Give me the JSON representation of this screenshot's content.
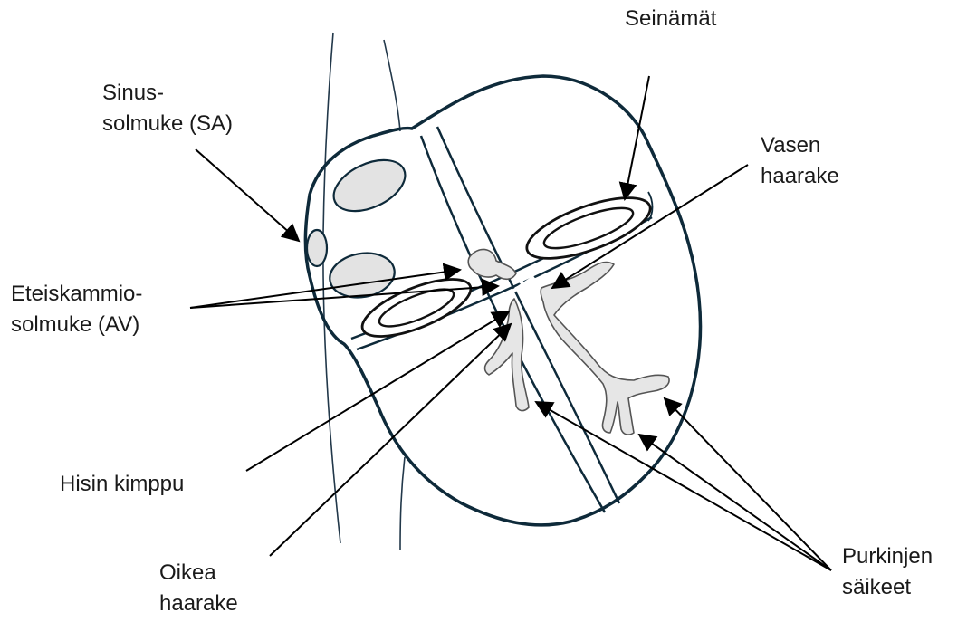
{
  "colors": {
    "outline": "#0e2a3a",
    "node_fill": "#e3e3e3",
    "conduction_fill": "#e6e6e6",
    "text": "#1a1a1a"
  },
  "labels": {
    "seinamat": "Seinämät",
    "sinus_line1": "Sinus-",
    "sinus_line2": "solmuke (SA)",
    "vasen_line1": "Vasen",
    "vasen_line2": "haarake",
    "av_line1": "Eteiskammio-",
    "av_line2": "solmuke (AV)",
    "hisin": "Hisin kimppu",
    "oikea_line1": "Oikea",
    "oikea_line2": "haarake",
    "purkinje_line1": "Purkinjen",
    "purkinje_line2": "säikeet"
  }
}
